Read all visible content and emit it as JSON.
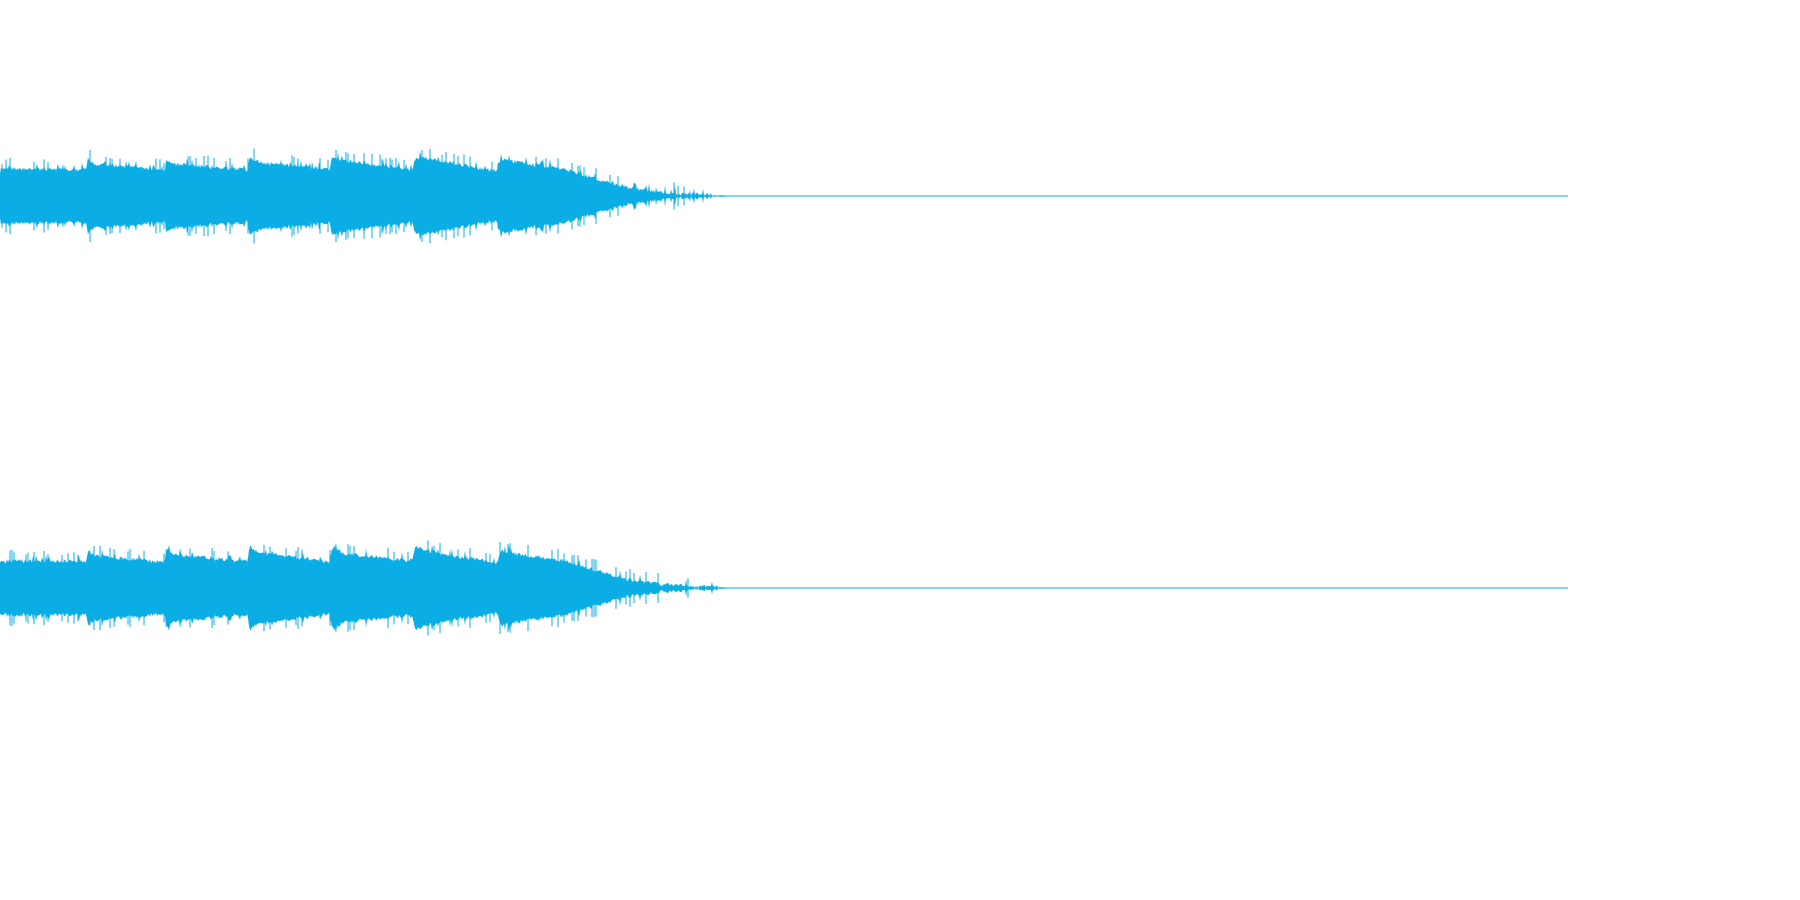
{
  "waveform": {
    "color": "#0AAEE5",
    "background": "#FFFFFF",
    "channels": [
      {
        "name": "",
        "peak_profile": [
          [
            0.0,
            0.3
          ],
          [
            0.004,
            0.34
          ],
          [
            0.055,
            0.33
          ],
          [
            0.056,
            0.47
          ],
          [
            0.06,
            0.4
          ],
          [
            0.105,
            0.32
          ],
          [
            0.106,
            0.46
          ],
          [
            0.11,
            0.4
          ],
          [
            0.158,
            0.33
          ],
          [
            0.159,
            0.49
          ],
          [
            0.165,
            0.42
          ],
          [
            0.21,
            0.33
          ],
          [
            0.212,
            0.49
          ],
          [
            0.22,
            0.44
          ],
          [
            0.263,
            0.33
          ],
          [
            0.265,
            0.49
          ],
          [
            0.28,
            0.44
          ],
          [
            0.317,
            0.31
          ],
          [
            0.319,
            0.46
          ],
          [
            0.33,
            0.42
          ],
          [
            0.36,
            0.34
          ],
          [
            0.38,
            0.22
          ],
          [
            0.4,
            0.11
          ],
          [
            0.42,
            0.05
          ],
          [
            0.44,
            0.02
          ],
          [
            0.476,
            0.0
          ],
          [
            1.0,
            0.0
          ]
        ]
      },
      {
        "name": "",
        "peak_profile": [
          [
            0.0,
            0.3
          ],
          [
            0.004,
            0.34
          ],
          [
            0.055,
            0.33
          ],
          [
            0.056,
            0.47
          ],
          [
            0.06,
            0.4
          ],
          [
            0.105,
            0.32
          ],
          [
            0.106,
            0.5
          ],
          [
            0.11,
            0.42
          ],
          [
            0.158,
            0.33
          ],
          [
            0.159,
            0.53
          ],
          [
            0.165,
            0.44
          ],
          [
            0.21,
            0.33
          ],
          [
            0.212,
            0.5
          ],
          [
            0.22,
            0.43
          ],
          [
            0.263,
            0.34
          ],
          [
            0.265,
            0.51
          ],
          [
            0.28,
            0.43
          ],
          [
            0.317,
            0.32
          ],
          [
            0.319,
            0.47
          ],
          [
            0.33,
            0.42
          ],
          [
            0.36,
            0.34
          ],
          [
            0.38,
            0.22
          ],
          [
            0.4,
            0.11
          ],
          [
            0.42,
            0.05
          ],
          [
            0.44,
            0.02
          ],
          [
            0.476,
            0.0
          ],
          [
            1.0,
            0.0
          ]
        ]
      }
    ]
  }
}
